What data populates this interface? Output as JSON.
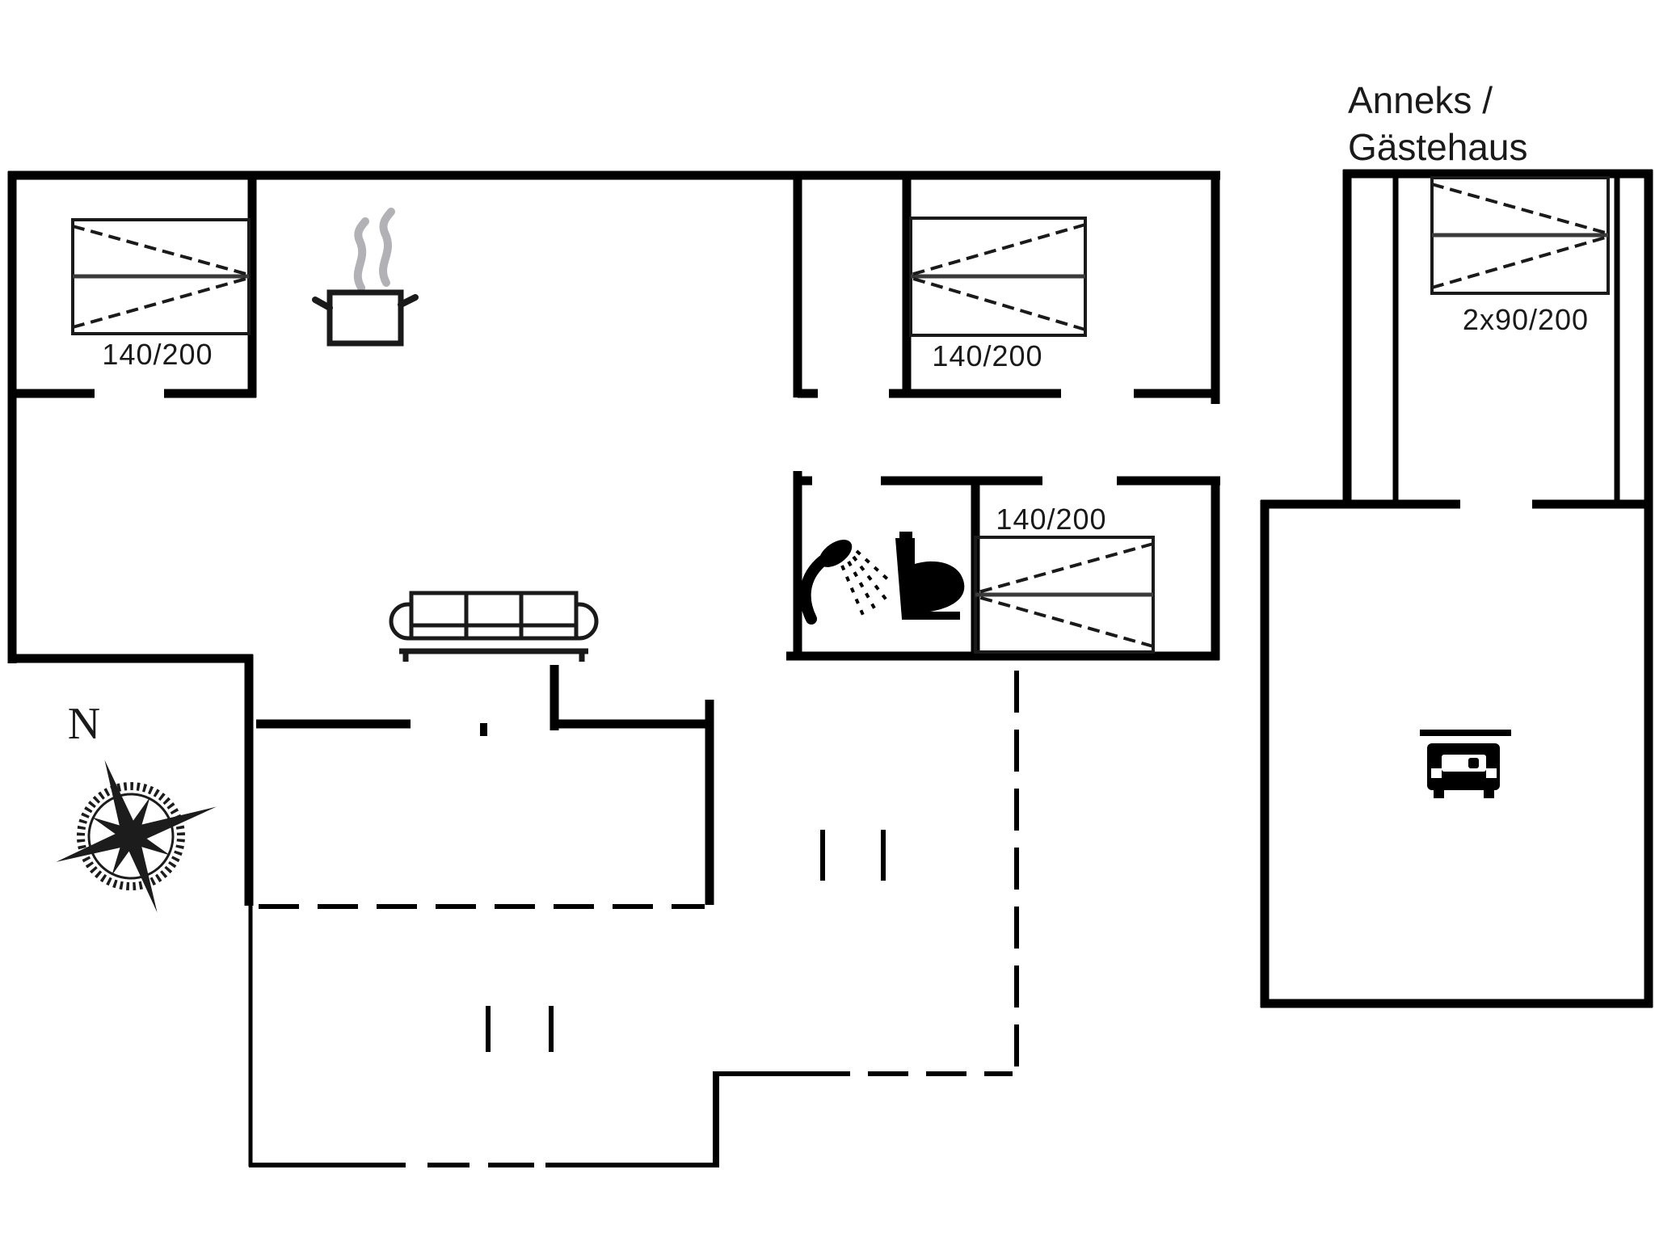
{
  "plan": {
    "colors": {
      "wall": "#000000",
      "line": "#1a1a1a",
      "steam": "#b1b1b6",
      "background": "#ffffff"
    },
    "annex": {
      "title_line1": "Anneks /",
      "title_line2": "Gästehaus",
      "bed_label": "2x90/200"
    },
    "main_house": {
      "bedroom1": {
        "bed_label": "140/200"
      },
      "bedroom2": {
        "bed_label": "140/200"
      },
      "bedroom3": {
        "bed_label": "140/200"
      }
    },
    "compass": {
      "north_label": "N"
    }
  }
}
